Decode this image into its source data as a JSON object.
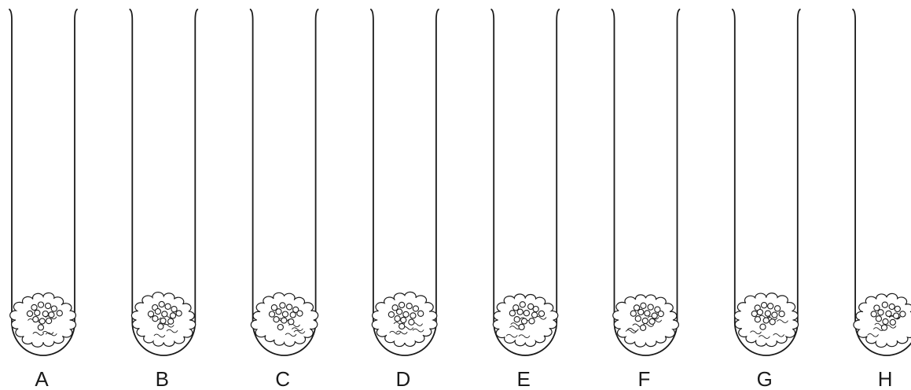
{
  "tubes": [
    {
      "label": "A"
    },
    {
      "label": "B"
    },
    {
      "label": "C"
    },
    {
      "label": "D"
    },
    {
      "label": "E"
    },
    {
      "label": "F"
    },
    {
      "label": "G"
    },
    {
      "label": "H"
    }
  ],
  "colors": {
    "stroke": "#1a1a1a",
    "background": "#ffffff"
  }
}
